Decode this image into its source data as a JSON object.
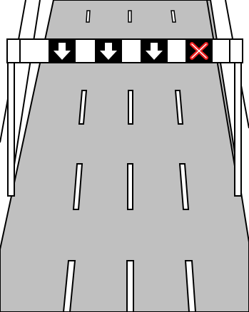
{
  "scene": {
    "colors": {
      "background": "#ffffff",
      "road": "#c0c0c0",
      "outline": "#000000",
      "lane_marking": "#ffffff",
      "gantry_panel": "#000000",
      "arrow": "#ffffff",
      "closed_lane_cross": "#ee2020"
    },
    "gantry": {
      "signals": [
        {
          "lane": 1,
          "signal": "open",
          "icon": "down-arrow-icon"
        },
        {
          "lane": 2,
          "signal": "open",
          "icon": "down-arrow-icon"
        },
        {
          "lane": 3,
          "signal": "open",
          "icon": "down-arrow-icon"
        },
        {
          "lane": 4,
          "signal": "closed",
          "icon": "red-cross-icon"
        }
      ]
    }
  }
}
